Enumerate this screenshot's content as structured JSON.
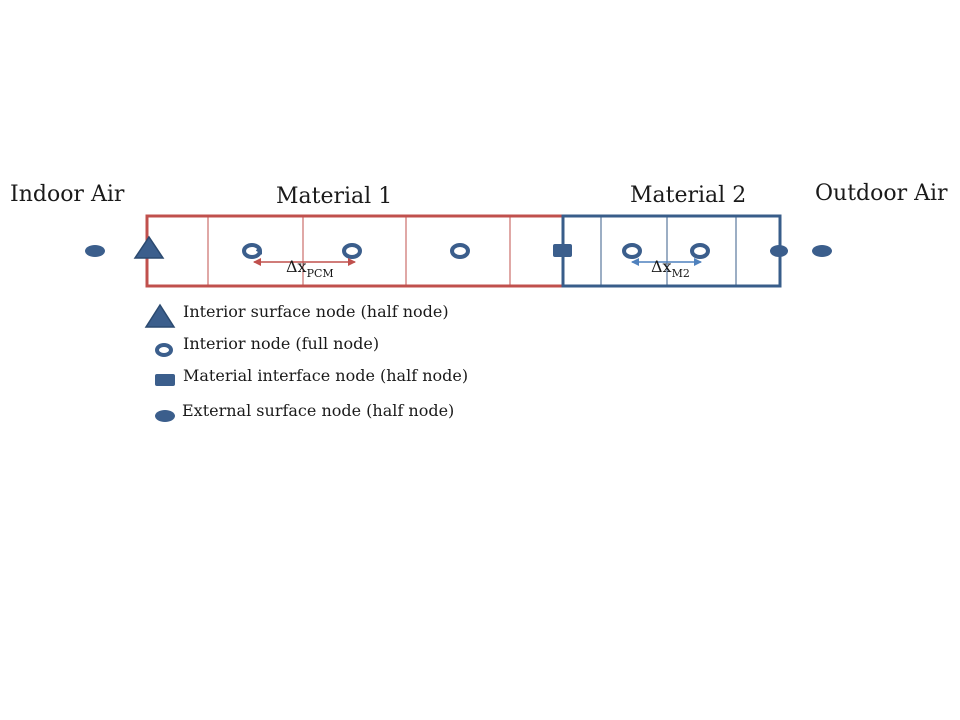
{
  "labels": {
    "indoor_air": "Indoor Air",
    "material_1": "Material 1",
    "material_2": "Material 2",
    "outdoor_air": "Outdoor Air"
  },
  "dimensions": {
    "dx_pcm_base": "Δx",
    "dx_pcm_sub": "PCM",
    "dx_m2_base": "Δx",
    "dx_m2_sub": "M2"
  },
  "legend": [
    {
      "symbol": "triangle-node",
      "text": "Interior surface node (half node)"
    },
    {
      "symbol": "circle-arrows-node",
      "text": "Interior node (full node)"
    },
    {
      "symbol": "square-node",
      "text": "Material interface node (half node)"
    },
    {
      "symbol": "ellipse-node",
      "text": "External surface node (half node)"
    }
  ],
  "colors": {
    "material_1_border": "#c0504d",
    "material_2_border": "#385d8a",
    "node_fill": "#3b5e8c",
    "dx_pcm_arrow": "#c0504d",
    "dx_m2_arrow": "#4f81bd"
  }
}
